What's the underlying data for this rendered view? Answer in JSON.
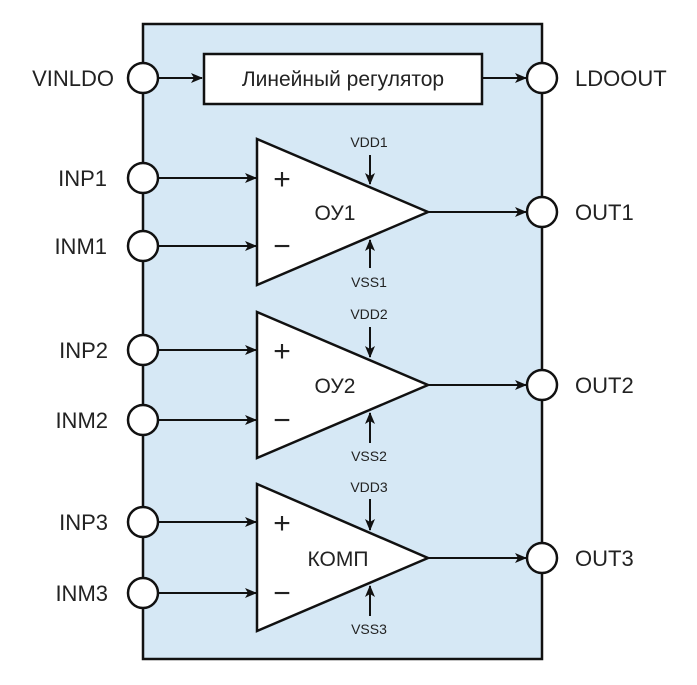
{
  "colors": {
    "chip_fill": "#d6e8f5",
    "stroke": "#111111",
    "block_fill": "#ffffff",
    "text": "#222222"
  },
  "regulator": {
    "label": "Линейный регулятор",
    "input_pin": "VINLDO",
    "output_pin": "LDOOUT"
  },
  "amplifiers": [
    {
      "label": "ОУ1",
      "plus_sign": "+",
      "minus_sign": "−",
      "plus_pin": "INP1",
      "minus_pin": "INM1",
      "output_pin": "OUT1",
      "vdd": "VDD1",
      "vss": "VSS1"
    },
    {
      "label": "ОУ2",
      "plus_sign": "+",
      "minus_sign": "−",
      "plus_pin": "INP2",
      "minus_pin": "INM2",
      "output_pin": "OUT2",
      "vdd": "VDD2",
      "vss": "VSS2"
    },
    {
      "label": "КОМП",
      "plus_sign": "+",
      "minus_sign": "−",
      "plus_pin": "INP3",
      "minus_pin": "INM3",
      "output_pin": "OUT3",
      "vdd": "VDD3",
      "vss": "VSS3"
    }
  ]
}
